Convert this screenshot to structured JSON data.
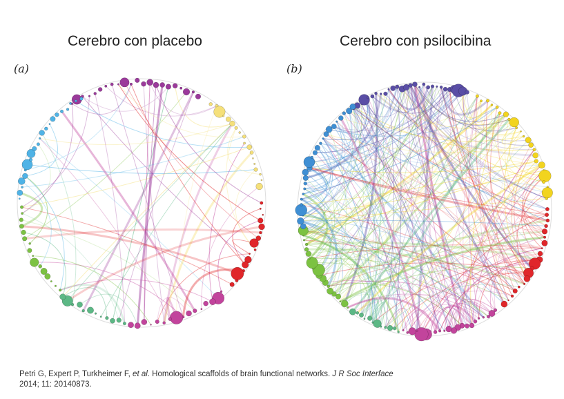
{
  "panels": [
    {
      "id": "a",
      "title": "Cerebro con placebo",
      "label": "(a)",
      "density": "sparse"
    },
    {
      "id": "b",
      "title": "Cerebro con psilocibina",
      "label": "(b)",
      "density": "dense"
    }
  ],
  "module_colors": {
    "purple": "#9b3a9b",
    "yellow": "#f5e07a",
    "red": "#e0262a",
    "magenta": "#c2449c",
    "teal_green": "#5cb885",
    "green": "#7cc242",
    "blue": "#4fb3e6",
    "indigo": "#5a4ea6"
  },
  "citation": {
    "authors": "Petri G, Expert P, Turkheimer F, ",
    "etal": "et al",
    "title": ". Homological scaffolds of brain functional networks. ",
    "journal": "J R Soc Interface",
    "details": " 2014; 11: 20140873."
  }
}
